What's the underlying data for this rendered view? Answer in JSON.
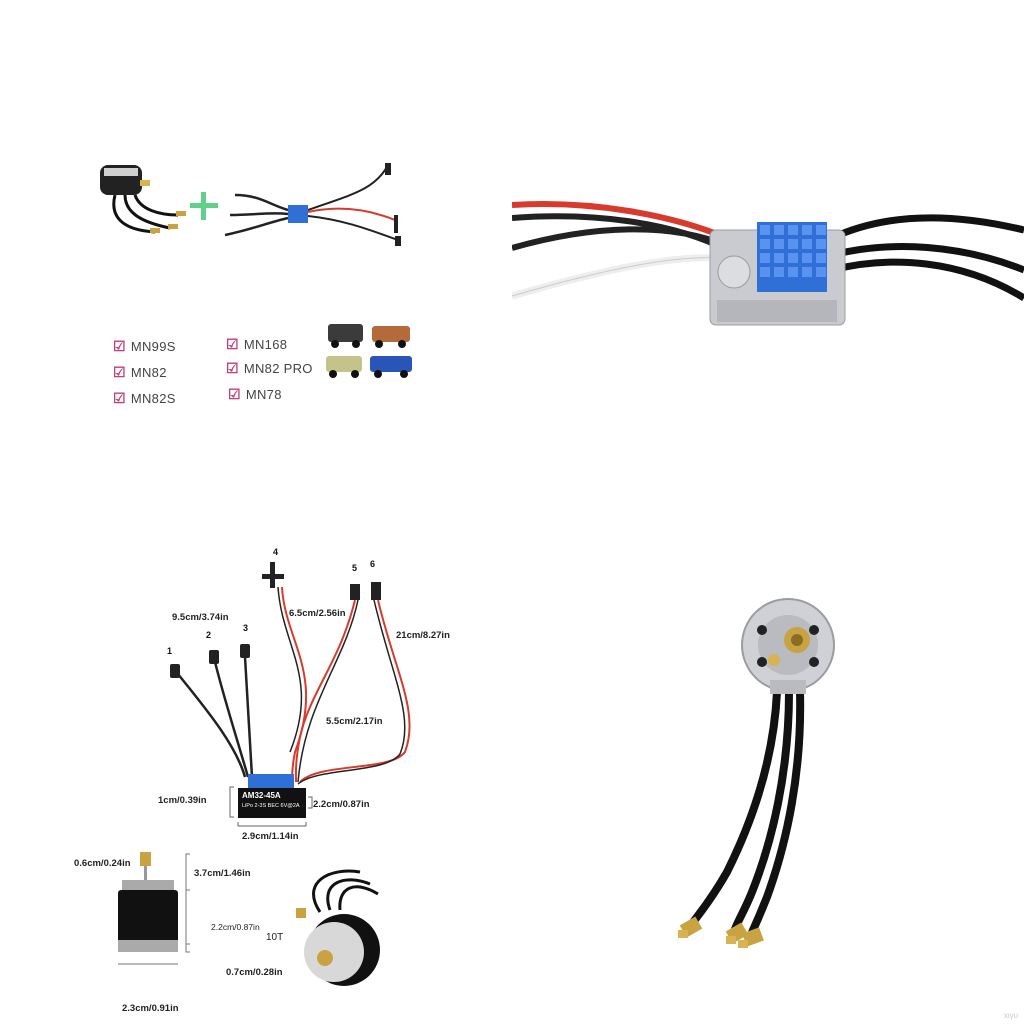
{
  "compat_models": [
    "MN99S",
    "MN82",
    "MN82S",
    "MN168",
    "MN82 PRO",
    "MN78"
  ],
  "esc_model": "AM32-45A",
  "esc_spec": "LiPo 2-3S  BEC 6V@2A",
  "wire_numbers": [
    "1",
    "2",
    "3",
    "4",
    "5",
    "6"
  ],
  "dims": {
    "motor_wire": "9.5cm/3.74in",
    "switch_wire": "6.5cm/2.56in",
    "signal_wire_long": "21cm/8.27in",
    "signal_wire_short": "5.5cm/2.17in",
    "esc_height": "1cm/0.39in",
    "esc_depth": "2.2cm/0.87in",
    "esc_width": "2.9cm/1.14in",
    "shaft_len": "0.6cm/0.24in",
    "motor_len": "3.7cm/1.46in",
    "motor_body": "2.2cm/0.87in",
    "pinion_w": "0.7cm/0.28in",
    "motor_dia": "2.3cm/0.91in",
    "pinion_teeth": "10T"
  },
  "colors": {
    "heatsink": "#2f6fd6",
    "wire_red": "#d83a2e",
    "check": "#c0407a",
    "plus": "#5fd08a"
  }
}
